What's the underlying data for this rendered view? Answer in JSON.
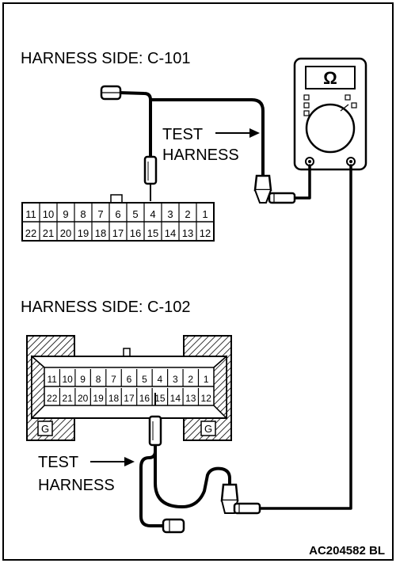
{
  "labels": {
    "harness_side_c101": "HARNESS SIDE: C-101",
    "harness_side_c102": "HARNESS SIDE: C-102",
    "test_harness_top_line1": "TEST",
    "test_harness_top_line2": "HARNESS",
    "test_harness_bottom_line1": "TEST",
    "test_harness_bottom_line2": "HARNESS",
    "meter_symbol": "Ω",
    "figure_code": "AC204582 BL"
  },
  "connector_c101": {
    "row_top": [
      "11",
      "10",
      "9",
      "8",
      "7",
      "6",
      "5",
      "4",
      "3",
      "2",
      "1"
    ],
    "row_bottom": [
      "22",
      "21",
      "20",
      "19",
      "18",
      "17",
      "16",
      "15",
      "14",
      "13",
      "12"
    ]
  },
  "connector_c102": {
    "row_top": [
      "11",
      "10",
      "9",
      "8",
      "7",
      "6",
      "5",
      "4",
      "3",
      "2",
      "1"
    ],
    "row_bottom": [
      "22",
      "21",
      "20",
      "19",
      "18",
      "17",
      "16",
      "15",
      "14",
      "13",
      "12"
    ],
    "ground_left": "G",
    "ground_right": "G"
  }
}
